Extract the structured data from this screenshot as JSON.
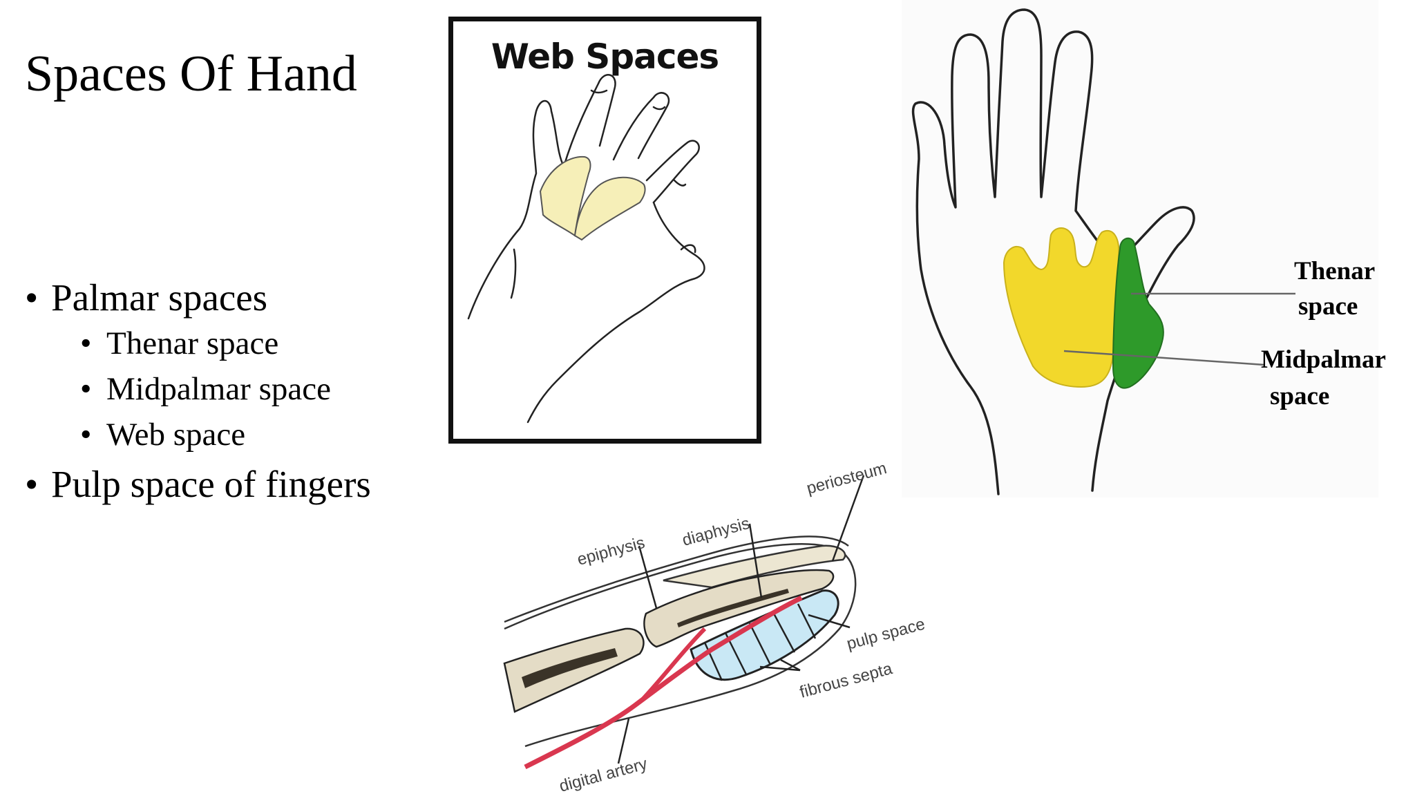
{
  "slide": {
    "title": "Spaces Of Hand",
    "bullets": [
      {
        "label": "Palmar spaces",
        "sub": [
          "Thenar space",
          "Midpalmar space",
          "Web space"
        ]
      },
      {
        "label": "Pulp space of fingers",
        "sub": []
      }
    ]
  },
  "figures": {
    "web_spaces": {
      "title": "Web Spaces"
    },
    "palm": {
      "labels": {
        "thenar_1": "Thenar",
        "thenar_2": "space",
        "mid_1": "Midpalmar",
        "mid_2": "space"
      },
      "colors": {
        "midpalmar": "#f2d82b",
        "thenar": "#2e9a2a"
      }
    },
    "finger": {
      "labels": {
        "periosteum": "periosteum",
        "diaphysis": "diaphysis",
        "epiphysis": "epiphysis",
        "pulp_space": "pulp space",
        "fibrous_septa": "fibrous septa",
        "digital_artery": "digital artery"
      },
      "colors": {
        "artery": "#d9374f",
        "pulp": "#c9e8f5",
        "bone": "#e4dcc6"
      }
    }
  }
}
